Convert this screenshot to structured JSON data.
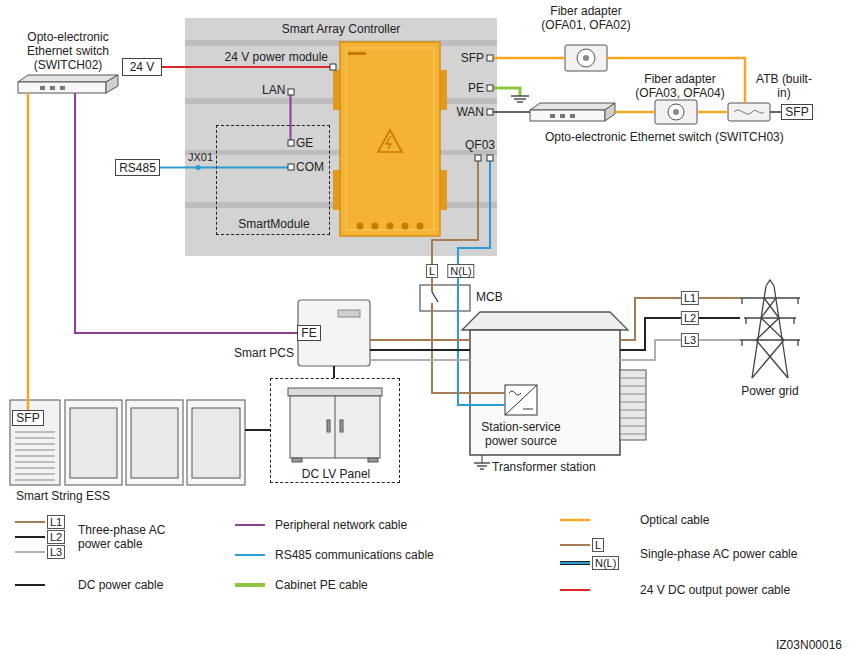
{
  "diagram": {
    "nodes": [
      {
        "text": [
          "Smart Array Controller"
        ]
      },
      {
        "text": [
          "SmartModule"
        ],
        "in": 0
      },
      {
        "text": [
          "24 V"
        ]
      },
      {
        "text": [
          "RS485"
        ]
      },
      {
        "text": [
          "Fiber adapter (OFA01, OFA02)"
        ]
      },
      {
        "text": [
          "Opto-electronic Ethernet switch (SWITCH02)"
        ]
      },
      {
        "text": [
          "Opto-electronic Ethernet switch (SWITCH03)"
        ]
      },
      {
        "text": [
          "Fiber adapter (OFA03, OFA04)"
        ]
      },
      {
        "text": [
          "ATB (built-in)"
        ]
      },
      {
        "text": [
          "SFP"
        ]
      },
      {
        "text": [
          "MCB"
        ]
      },
      {
        "text": [
          "Smart PCS"
        ]
      },
      {
        "text": [
          "FE"
        ],
        "in": 11
      },
      {
        "text": [
          "Transformer station"
        ]
      },
      {
        "text": [
          "Station-service power source"
        ],
        "in": 13
      },
      {
        "text": [
          "Power grid"
        ]
      },
      {
        "text": [
          "Smart String ESS"
        ]
      },
      {
        "text": [
          "SFP"
        ],
        "in": 16
      },
      {
        "text": [
          "DC LV Panel"
        ]
      }
    ],
    "edges": [
      {
        "from": 2,
        "to": 0,
        "arrow": "none"
      },
      {
        "from": 3,
        "to": 1,
        "arrow": "none"
      },
      {
        "from": 0,
        "to": 4,
        "arrow": "none"
      },
      {
        "from": 0,
        "to": 6,
        "arrow": "none"
      },
      {
        "from": 6,
        "to": 7,
        "arrow": "none"
      },
      {
        "from": 7,
        "to": 8,
        "arrow": "none"
      },
      {
        "from": 4,
        "to": 8,
        "arrow": "none"
      },
      {
        "from": 8,
        "to": 9,
        "arrow": "none"
      },
      {
        "from": 5,
        "to": 12,
        "arrow": "none"
      },
      {
        "from": 5,
        "to": 17,
        "arrow": "none"
      },
      {
        "from": 0,
        "to": 10,
        "arrow": "none",
        "label": "L"
      },
      {
        "from": 0,
        "to": 10,
        "arrow": "none",
        "label": "N(L)"
      },
      {
        "from": 10,
        "to": 14,
        "arrow": "none"
      },
      {
        "from": 10,
        "to": 14,
        "arrow": "none"
      },
      {
        "from": 11,
        "to": 13,
        "arrow": "none"
      },
      {
        "from": 11,
        "to": 13,
        "arrow": "none"
      },
      {
        "from": 11,
        "to": 13,
        "arrow": "none"
      },
      {
        "from": 13,
        "to": 15,
        "arrow": "none",
        "label": "L1"
      },
      {
        "from": 13,
        "to": 15,
        "arrow": "none",
        "label": "L2"
      },
      {
        "from": 13,
        "to": 15,
        "arrow": "none",
        "label": "L3"
      },
      {
        "from": 16,
        "to": 18,
        "arrow": "none"
      },
      {
        "from": 11,
        "to": 18,
        "arrow": "none"
      }
    ],
    "labels": [
      "24 V power module",
      "LAN",
      "GE",
      "COM",
      "JX01",
      "SFP",
      "PE",
      "WAN",
      "QF03",
      "L1",
      "L2",
      "L3",
      "L",
      "N(L)",
      "IZ03N00016"
    ],
    "legend": [
      {
        "text": "Three-phase AC power cable"
      },
      {
        "text": "DC power cable",
        "color": "#222222"
      },
      {
        "text": "Peripheral network cable",
        "color": "#8b3f96"
      },
      {
        "text": "RS485 communications cable",
        "color": "#2c9bd6"
      },
      {
        "text": "Cabinet PE cable",
        "color": "#8cc63e"
      },
      {
        "text": "Optical cable",
        "color": "#f5a623"
      },
      {
        "text": "Single-phase AC power cable"
      },
      {
        "text": "24 V DC output power cable",
        "color": "#e0242b"
      }
    ]
  }
}
